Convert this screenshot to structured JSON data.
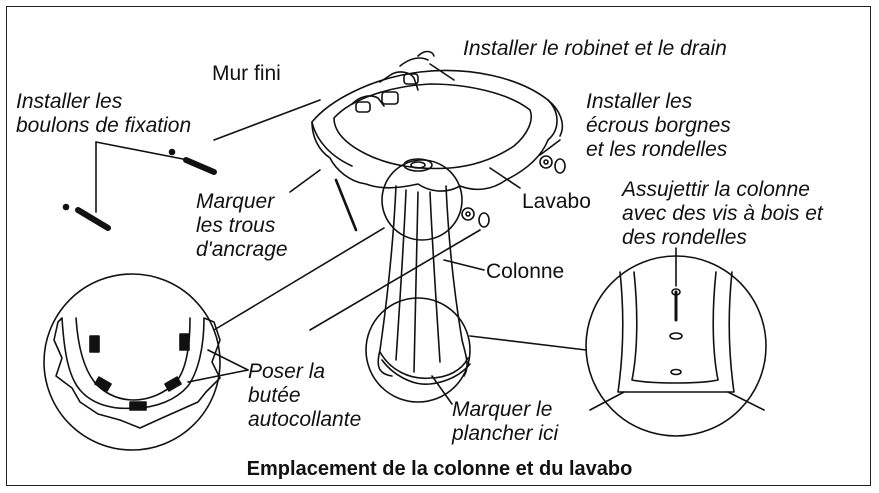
{
  "labels": {
    "mur_fini": "Mur fini",
    "installer_robinet": "Installer le robinet et le drain",
    "installer_boulons": [
      "Installer les",
      "boulons de fixation"
    ],
    "installer_ecrous": [
      "Installer les",
      "écrous borgnes",
      "et les rondelles"
    ],
    "marquer_trous": [
      "Marquer",
      "les trous",
      "d'ancrage"
    ],
    "lavabo": "Lavabo",
    "assujettir": [
      "Assujettir la colonne",
      "avec des vis à bois et",
      "des rondelles"
    ],
    "colonne": "Colonne",
    "poser_butee": [
      "Poser la",
      "butée",
      "autocollante"
    ],
    "marquer_plancher": [
      "Marquer le",
      "plancher ici"
    ]
  },
  "caption": "Emplacement de la colonne et du lavabo",
  "colors": {
    "ink": "#111111",
    "border": "#222222",
    "background": "#ffffff"
  }
}
